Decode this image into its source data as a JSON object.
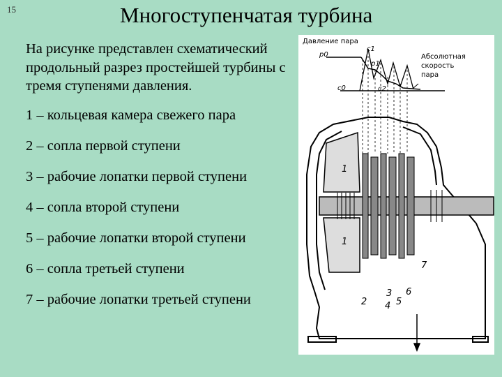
{
  "slide_number": "15",
  "title": "Многоступенчатая турбина",
  "intro": "На рисунке представлен схематический продольный разрез простейшей турбины с тремя ступенями давления.",
  "items": [
    "1 – кольцевая камера свежего пара",
    "2 – сопла первой ступени",
    "3 – рабочие лопатки первой ступени",
    "4 – сопла второй ступени",
    "5 – рабочие лопатки второй ступени",
    "6 – сопла третьей ступени",
    "7 – рабочие лопатки третьей ступени"
  ],
  "figure": {
    "pressure_label": "Давление пара",
    "speed_label_1": "Абсолютная",
    "speed_label_2": "скорость",
    "speed_label_3": "пара",
    "p0": "p0",
    "c1": "c1",
    "p1": "p1",
    "c0": "c0",
    "c2": "c2",
    "num_1": "1",
    "num_2": "2",
    "num_3": "3",
    "num_4": "4",
    "num_5": "5",
    "num_6": "6",
    "num_7": "7"
  }
}
